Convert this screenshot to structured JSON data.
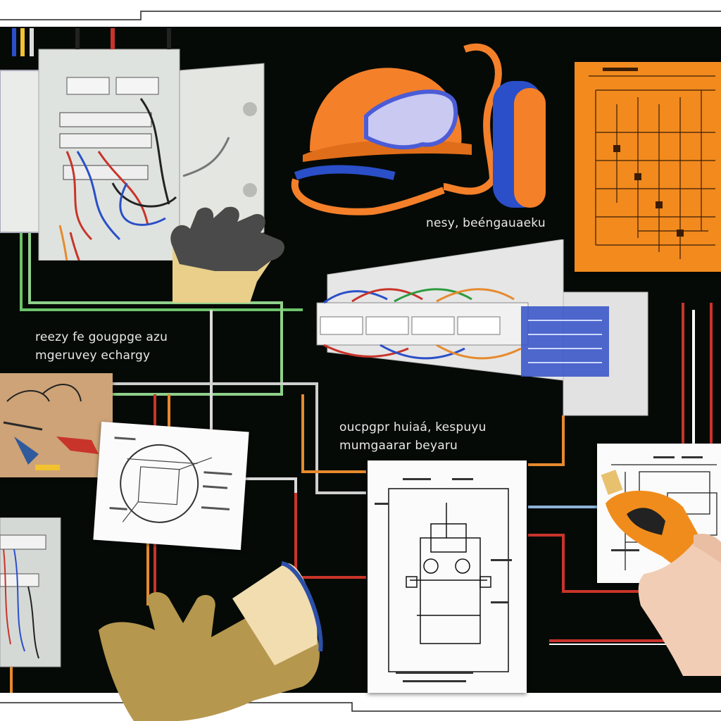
{
  "captions": {
    "top_right": "nesy, beéngauaeku",
    "mid_left_line1": "reezy fe gougpge azu",
    "mid_left_line2": "mgeruvey echargy",
    "center_line1": "oucpgpr huiaá, kespuyu",
    "center_line2": "mumgaarar beyaru"
  },
  "colors": {
    "background": "#050a07",
    "border": "#ffffff",
    "diagram_orange": "#f28a1e",
    "helmet": "#f5802a",
    "wire_green": "#6cc36a",
    "wire_red": "#c8342a",
    "wire_orange": "#e68a2e",
    "tester": "#f08c1c"
  },
  "icons": [
    "electrical-panel-icon",
    "safety-helmet-icon",
    "safety-goggles-icon",
    "work-glove-icon",
    "din-rail-breaker-icon",
    "voltage-tester-icon",
    "pliers-icon",
    "schematic-diagram-icon"
  ]
}
